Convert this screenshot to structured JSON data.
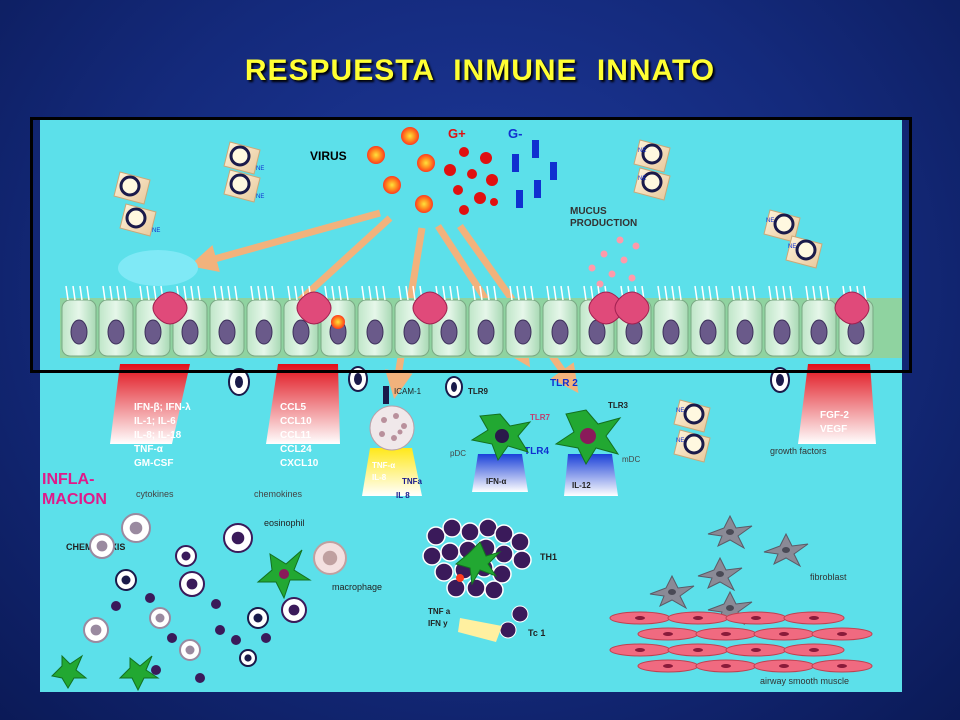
{
  "slide": {
    "title": "RESPUESTA   INMUNE   INNATO"
  },
  "figure": {
    "pathogens": {
      "virus": "VIRUS",
      "gram_pos": "G+",
      "gram_neg": "G-"
    },
    "mucus_line1": "MUCUS",
    "mucus_line2": "PRODUCTION",
    "ne_badge": "NE",
    "cytokines_list": [
      "IFN-β; IFN-λ",
      "IL-1; IL-6",
      "IL-8; IL-18",
      "TNF-α",
      "GM-CSF"
    ],
    "cytokines_caption": "cytokines",
    "chemokines_list": [
      "CCL5",
      "CCL10",
      "CCL11",
      "CCL24",
      "CXCL10"
    ],
    "chemokines_caption": "chemokines",
    "icam": "ICAM-1",
    "mast_cell_mediators": [
      "TNF-α",
      "IL-8",
      "TNFa"
    ],
    "il8": "IL 8",
    "tlr9": "TLR9",
    "tlr7": "TLR7",
    "tlr2": "TLR 2",
    "tlr4": "TLR4",
    "tlr3": "TLR3",
    "pdc": "pDC",
    "mdc": "mDC",
    "ifn_alpha": "IFN-α",
    "il12": "IL-12",
    "growth_list": [
      "FGF-2",
      "VEGF"
    ],
    "growth_caption": "growth factors",
    "inflammation_line1": "INFLA-",
    "inflammation_line2": "MACION",
    "chemotaxis": "CHEMOTAXIS",
    "eosinophil": "eosinophil",
    "macrophage": "macrophage",
    "th1": "TH1",
    "tc1": "Tc 1",
    "th1_mediators": [
      "TNF a",
      "IFN y"
    ],
    "fibroblast": "fibroblast",
    "smooth_muscle": "airway smooth muscle"
  },
  "colors": {
    "title": "#ffff33",
    "panel": "#5ce0ea",
    "arrow": "#f2b27c",
    "virus": "#ff3b1e",
    "gram_neg": "#1030d0",
    "gram_pos": "#e01010"
  }
}
